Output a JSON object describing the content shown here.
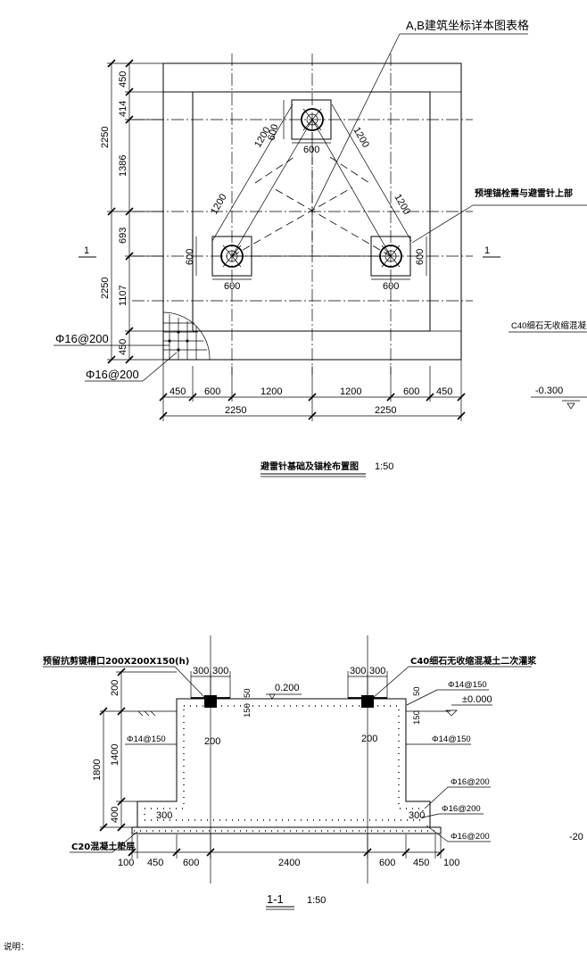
{
  "plan": {
    "callout_ab": "A,B建筑坐标详本图表格",
    "callout_embed": "预埋锚栓需与避雷针上部",
    "callout_c40_partial": "C40细石无收缩混凝土二",
    "elev_partial": "-0.300",
    "elev_partial2": "-20",
    "rebar_1": "Φ16@200",
    "rebar_2": "Φ16@200",
    "section_mark_left": "1",
    "section_mark_right": "1",
    "left_dims": [
      "450",
      "414",
      "1386",
      "693",
      "1107",
      "450"
    ],
    "left_totals": [
      "2250",
      "2250"
    ],
    "bottom_dims": [
      "450",
      "600",
      "1200",
      "1200",
      "600",
      "450"
    ],
    "bottom_totals": [
      "2250",
      "2250"
    ],
    "diag_dims": [
      "1200",
      "600",
      "1200",
      "1200",
      "1200"
    ],
    "pad_dims": [
      "600",
      "600",
      "600",
      "600",
      "600"
    ],
    "title": "避雷针基础及锚栓布置图",
    "scale": "1:50"
  },
  "section": {
    "label_reserve": "预留抗剪键槽口200X200X150(h)",
    "label_c40": "C40细石无收缩混凝土二次灌浆",
    "top_dims_left": [
      "300",
      "300"
    ],
    "top_dims_right": [
      "300",
      "300"
    ],
    "elev_top": "0.200",
    "elev_zero": "±0.000",
    "rebar_top": "Φ14@150",
    "rebar_left": "Φ14@150",
    "rebar_right": "Φ14@150",
    "rebar_b1": "Φ16@200",
    "rebar_b2": "Φ16@200",
    "rebar_b3": "Φ16@200",
    "label_c20": "C20混凝土垫层",
    "left_dims": [
      "200",
      "1400",
      "400"
    ],
    "left_total": "1800",
    "small_dims": [
      "50",
      "150",
      "150",
      "50"
    ],
    "inner_dims": [
      "200",
      "200"
    ],
    "step_dims": [
      "300",
      "300"
    ],
    "bottom_dims": [
      "100",
      "450",
      "600",
      "2400",
      "600",
      "450",
      "100"
    ],
    "title": "1-1",
    "scale": "1:50"
  },
  "footer_note": "说明："
}
